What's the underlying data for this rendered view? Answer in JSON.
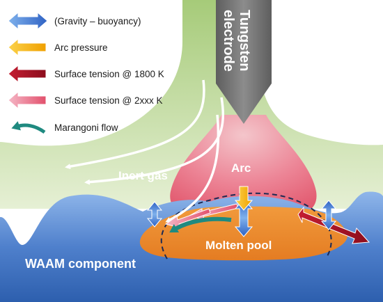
{
  "legend": [
    {
      "label": "(Gravity – buoyancy)",
      "icon": "double-arrow-blue-icon",
      "colors": [
        "#3d73d1",
        "#7fb1ec"
      ]
    },
    {
      "label": "Arc pressure",
      "icon": "arrow-yellow-icon",
      "colors": [
        "#f2a800",
        "#fbd24a"
      ]
    },
    {
      "label": "Surface tension @ 1800 K",
      "icon": "arrow-darkred-icon",
      "colors": [
        "#9b1023",
        "#c41e32"
      ]
    },
    {
      "label": "Surface tension @ 2xxx K",
      "icon": "arrow-pink-icon",
      "colors": [
        "#e8607a",
        "#f5b7c6"
      ]
    },
    {
      "label": "Marangoni flow",
      "icon": "curved-arrow-teal-icon",
      "colors": [
        "#1f8a80"
      ]
    }
  ],
  "labels": {
    "electrode_line1": "Tungsten",
    "electrode_line2": "electrode",
    "arc": "Arc",
    "inert_gas": "Inert gas",
    "molten_pool": "Molten pool",
    "component": "WAAM component"
  },
  "colors": {
    "gas": "#c8dca0",
    "electrode": "#7a7a7a",
    "arc": "#e84b64",
    "pool": "#ec8a2e",
    "component": "#5e8fd6"
  }
}
